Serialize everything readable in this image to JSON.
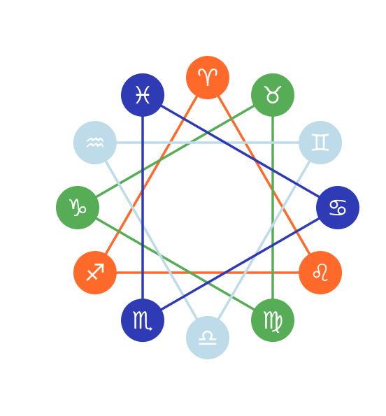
{
  "diagram": {
    "signs": [
      {
        "id": "aries",
        "name": "Aries",
        "glyph": "♈︎",
        "element": "fire"
      },
      {
        "id": "taurus",
        "name": "Taurus",
        "glyph": "♉︎",
        "element": "earth"
      },
      {
        "id": "gemini",
        "name": "Gemini",
        "glyph": "♊︎",
        "element": "air"
      },
      {
        "id": "cancer",
        "name": "Cancer",
        "glyph": "♋︎",
        "element": "water"
      },
      {
        "id": "leo",
        "name": "Leo",
        "glyph": "♌︎",
        "element": "fire"
      },
      {
        "id": "virgo",
        "name": "Virgo",
        "glyph": "♍︎",
        "element": "earth"
      },
      {
        "id": "libra",
        "name": "Libra",
        "glyph": "♎︎",
        "element": "air"
      },
      {
        "id": "scorpio",
        "name": "Scorpio",
        "glyph": "♏︎",
        "element": "water"
      },
      {
        "id": "sagittarius",
        "name": "Sagittarius",
        "glyph": "♐︎",
        "element": "fire"
      },
      {
        "id": "capricorn",
        "name": "Capricorn",
        "glyph": "♑︎",
        "element": "earth"
      },
      {
        "id": "aquarius",
        "name": "Aquarius",
        "glyph": "♒︎",
        "element": "air"
      },
      {
        "id": "pisces",
        "name": "Pisces",
        "glyph": "♓︎",
        "element": "water"
      }
    ],
    "triangles": [
      {
        "element": "fire",
        "signs": [
          "aries",
          "leo",
          "sagittarius"
        ]
      },
      {
        "element": "earth",
        "signs": [
          "taurus",
          "virgo",
          "capricorn"
        ]
      },
      {
        "element": "air",
        "signs": [
          "gemini",
          "libra",
          "aquarius"
        ]
      },
      {
        "element": "water",
        "signs": [
          "cancer",
          "scorpio",
          "pisces"
        ]
      }
    ],
    "colors": {
      "fire": {
        "fill": "#ff6a2b",
        "stroke": "#ff6a2b",
        "glyph": "#ffffff"
      },
      "earth": {
        "fill": "#56ad55",
        "stroke": "#56ad55",
        "glyph": "#ffffff"
      },
      "air": {
        "fill": "#bedbea",
        "stroke": "#bedbea",
        "glyph": "#ffffff"
      },
      "water": {
        "fill": "#2f3ab5",
        "stroke": "#2f3ab5",
        "glyph": "#ffffff"
      }
    }
  }
}
